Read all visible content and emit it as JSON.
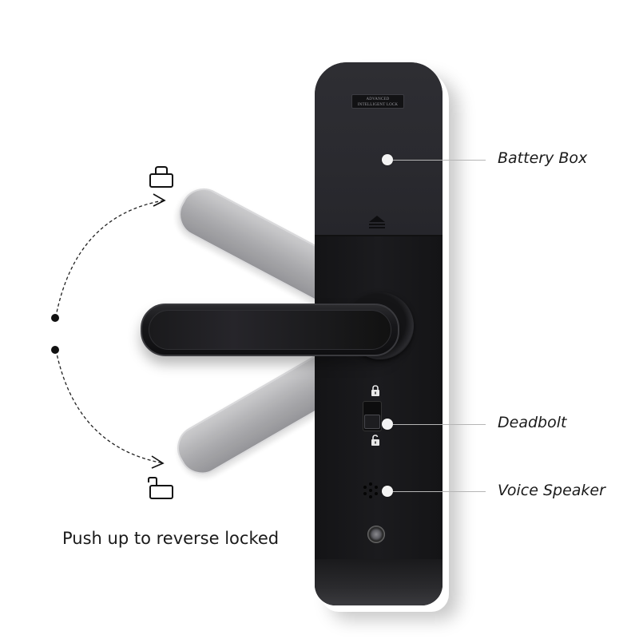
{
  "product": {
    "brand_plate_line1": "ADVANCED",
    "brand_plate_line2": "INTELLIGENT LOCK",
    "colors": {
      "panel": "#1a1a1c",
      "battery_cover": "#2c2c31",
      "ghost_handle": "#a9a9ac",
      "background": "#ffffff"
    }
  },
  "callouts": [
    {
      "label": "Battery Box"
    },
    {
      "label": "Deadbolt"
    },
    {
      "label": "Voice Speaker"
    }
  ],
  "rotation_diagram": {
    "top_icon": "lock-closed-icon",
    "bottom_icon": "lock-open-icon",
    "caption": "Push up to reverse locked"
  },
  "icons": {
    "eject": "eject-icon",
    "deadbolt_locked": "padlock-locked-icon",
    "deadbolt_unlocked": "padlock-unlocked-icon",
    "speaker": "speaker-grille-icon",
    "reset": "reset-button-icon"
  }
}
